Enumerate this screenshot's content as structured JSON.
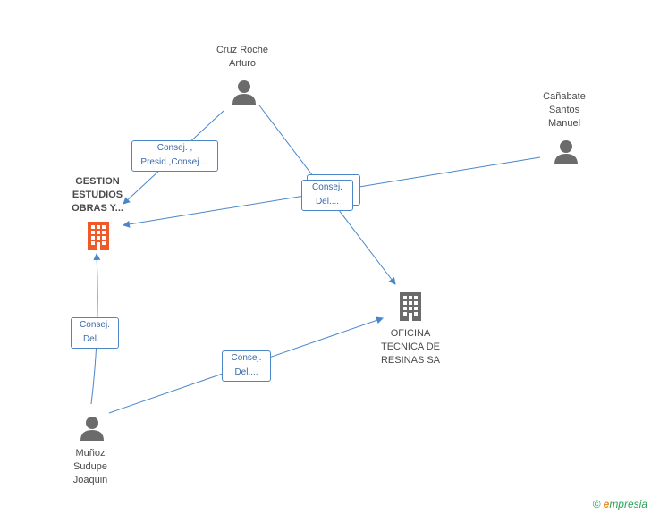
{
  "nodes": {
    "gestion": {
      "label_lines": [
        "GESTION",
        "ESTUDIOS",
        "OBRAS Y..."
      ],
      "type": "company",
      "color": "#f05a28"
    },
    "oficina": {
      "label_lines": [
        "OFICINA",
        "TECNICA DE",
        "RESINAS SA"
      ],
      "type": "company",
      "color": "#6b6b6b"
    },
    "cruz": {
      "label_lines": [
        "Cruz Roche",
        "Arturo"
      ],
      "type": "person"
    },
    "canabate": {
      "label_lines": [
        "Cañabate",
        "Santos",
        "Manuel"
      ],
      "type": "person"
    },
    "munoz": {
      "label_lines": [
        "Muñoz",
        "Sudupe",
        "Joaquin"
      ],
      "type": "person"
    }
  },
  "relations": {
    "cruz_gestion": [
      "Consej. ,",
      "Presid.,Consej...."
    ],
    "cruz_canabate_group": [
      "Consej.",
      "Del...."
    ],
    "munoz_gestion": [
      "Consej.",
      "Del...."
    ],
    "munoz_oficina": [
      "Consej.",
      "Del...."
    ]
  },
  "colors": {
    "edge": "#4a86c8",
    "person_icon": "#6b6b6b"
  },
  "brand": {
    "copyright": "©",
    "first_letter": "e",
    "rest": "mpresia"
  }
}
